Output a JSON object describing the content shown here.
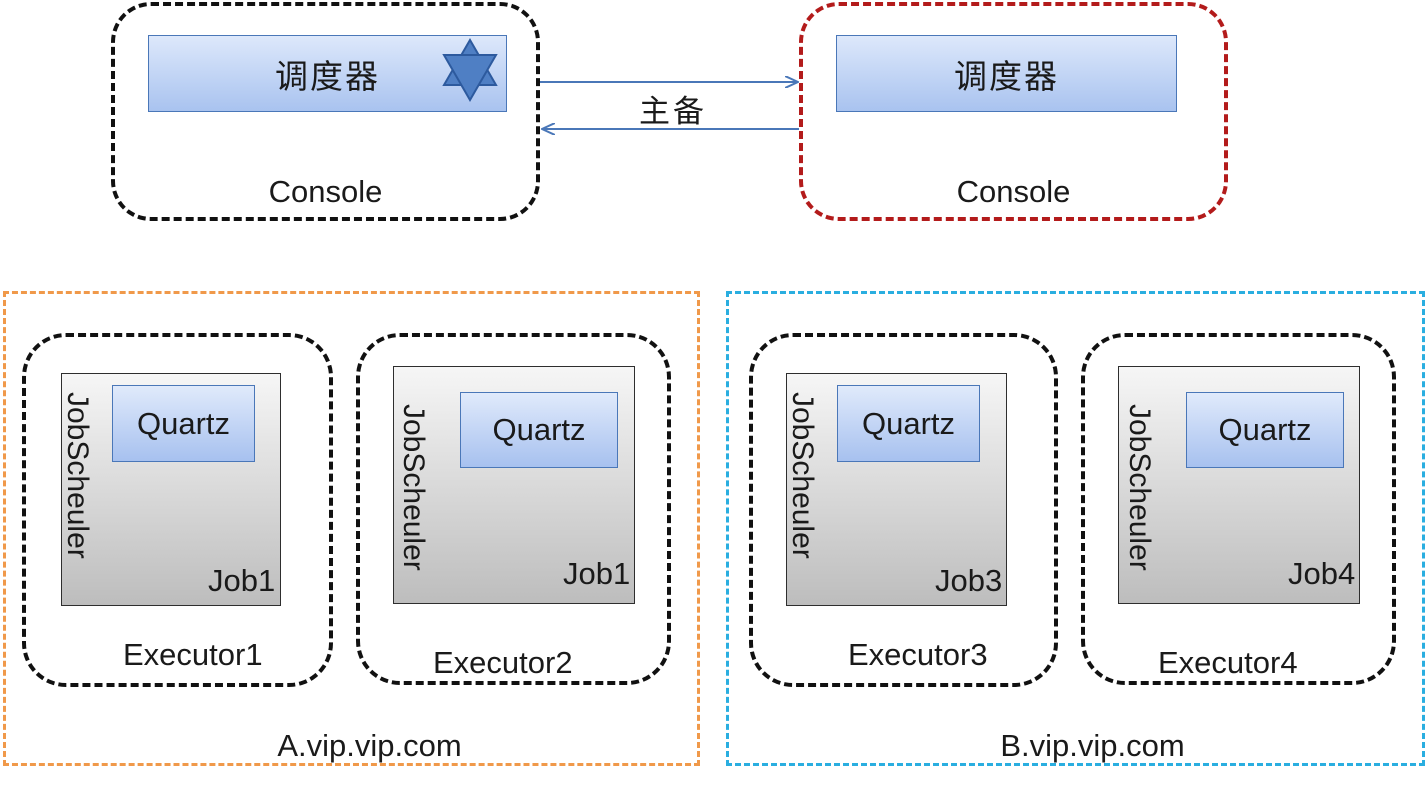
{
  "consoles": [
    {
      "scheduler_label": "调度器",
      "label": "Console",
      "role": "active",
      "border_color": "#111111"
    },
    {
      "scheduler_label": "调度器",
      "label": "Console",
      "role": "standby",
      "border_color": "#b31b1b"
    }
  ],
  "link_label": "主备",
  "star_icon": "star-of-david-icon",
  "domains": [
    {
      "name": "A.vip.vip.com",
      "border_color": "#f0994a",
      "executors": [
        {
          "name": "Executor1",
          "scheduler": "JobScheuler",
          "engine": "Quartz",
          "job": "Job1"
        },
        {
          "name": "Executor2",
          "scheduler": "JobScheuler",
          "engine": "Quartz",
          "job": "Job1"
        }
      ]
    },
    {
      "name": "B.vip.vip.com",
      "border_color": "#2aaee0",
      "executors": [
        {
          "name": "Executor3",
          "scheduler": "JobScheuler",
          "engine": "Quartz",
          "job": "Job3"
        },
        {
          "name": "Executor4",
          "scheduler": "JobScheuler",
          "engine": "Quartz",
          "job": "Job4"
        }
      ]
    }
  ],
  "colors": {
    "box_fill_top": "#dde8fb",
    "box_fill_bottom": "#a9c3ef",
    "box_border": "#4a77b8",
    "arrow": "#4a77b8",
    "star": "#4f7fc4"
  }
}
